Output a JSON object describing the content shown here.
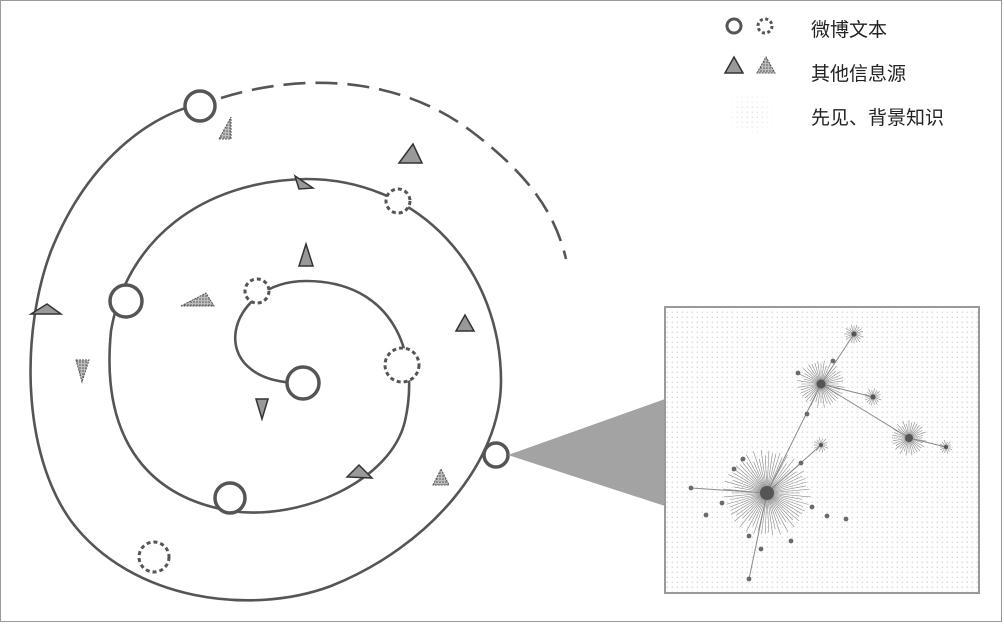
{
  "legend": {
    "items": [
      {
        "label": "微博文本",
        "icon": "circle-solid-and-dotted-icon"
      },
      {
        "label": "其他信息源",
        "icon": "triangle-solid-and-dotted-icon"
      },
      {
        "label": "先见、背景知识",
        "icon": "dotted-texture-circle-icon"
      }
    ]
  },
  "colors": {
    "stroke": "#555555",
    "fill_gray": "#999999",
    "texture": "#b0b0b0",
    "wedge": "#a3a3a3"
  }
}
